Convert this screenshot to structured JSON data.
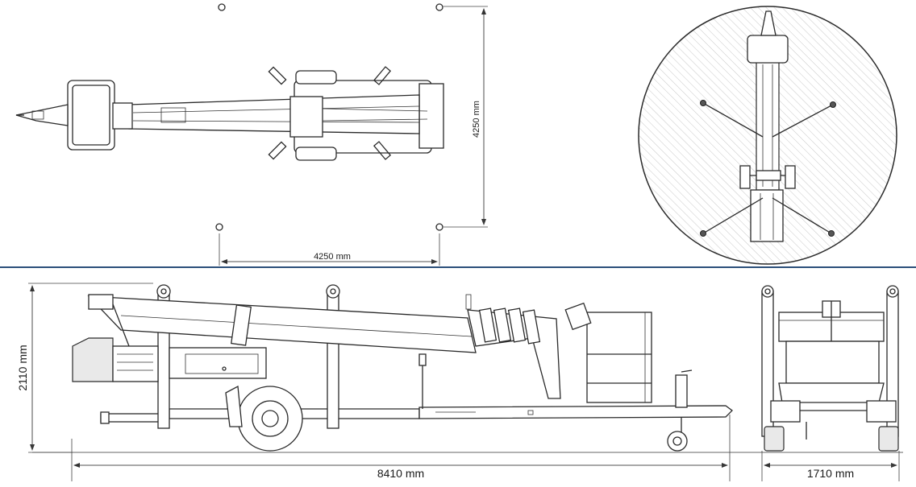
{
  "dimensions": {
    "top_width": "4250 mm",
    "top_depth": "4250 mm",
    "side_height": "2110 mm",
    "side_length": "8410 mm",
    "rear_width": "1710 mm"
  },
  "colors": {
    "separator": "#2b4f7a",
    "line": "#2a2a2a"
  }
}
